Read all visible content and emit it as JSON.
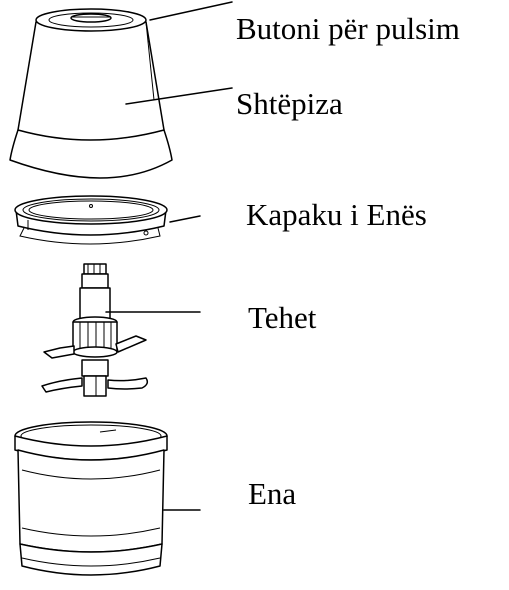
{
  "diagram": {
    "labels": {
      "pulse_button": "Butoni për pulsim",
      "housing": "Shtëpiza",
      "bowl_lid": "Kapaku i Enës",
      "blades": "Tehet",
      "bowl": "Ena"
    }
  },
  "colors": {
    "background": "#ffffff",
    "ink": "#000000"
  }
}
